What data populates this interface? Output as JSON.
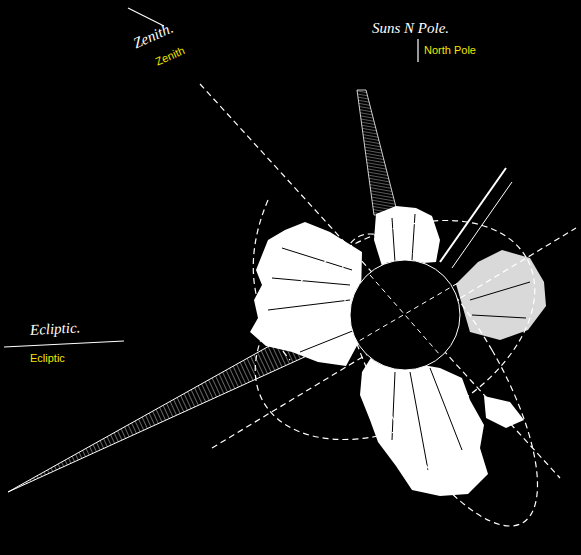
{
  "diagram": {
    "labels": [
      "Zenith.",
      "Zenith",
      "Suns N Pole.",
      "North Pole",
      "Ecliptic.",
      "Ecliptic"
    ]
  }
}
